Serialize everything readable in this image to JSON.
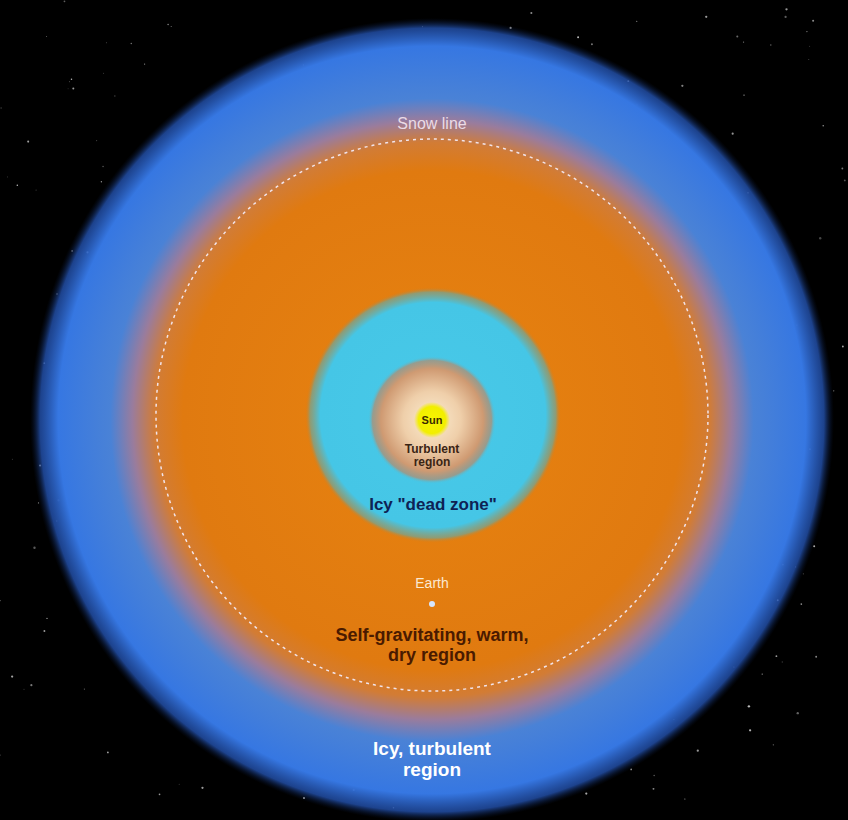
{
  "diagram": {
    "nodes": [
      {
        "text": [
          "Icy, turbulent region"
        ]
      },
      {
        "text": [
          "Self-gravitating, warm, dry region"
        ],
        "in": 0
      },
      {
        "text": [
          "Icy \"dead zone\""
        ],
        "in": 1
      },
      {
        "text": [
          "Turbulent region"
        ],
        "in": 2
      },
      {
        "text": [
          "Sun"
        ],
        "in": 3
      }
    ],
    "labels": [
      "Snow line",
      "Earth"
    ]
  }
}
